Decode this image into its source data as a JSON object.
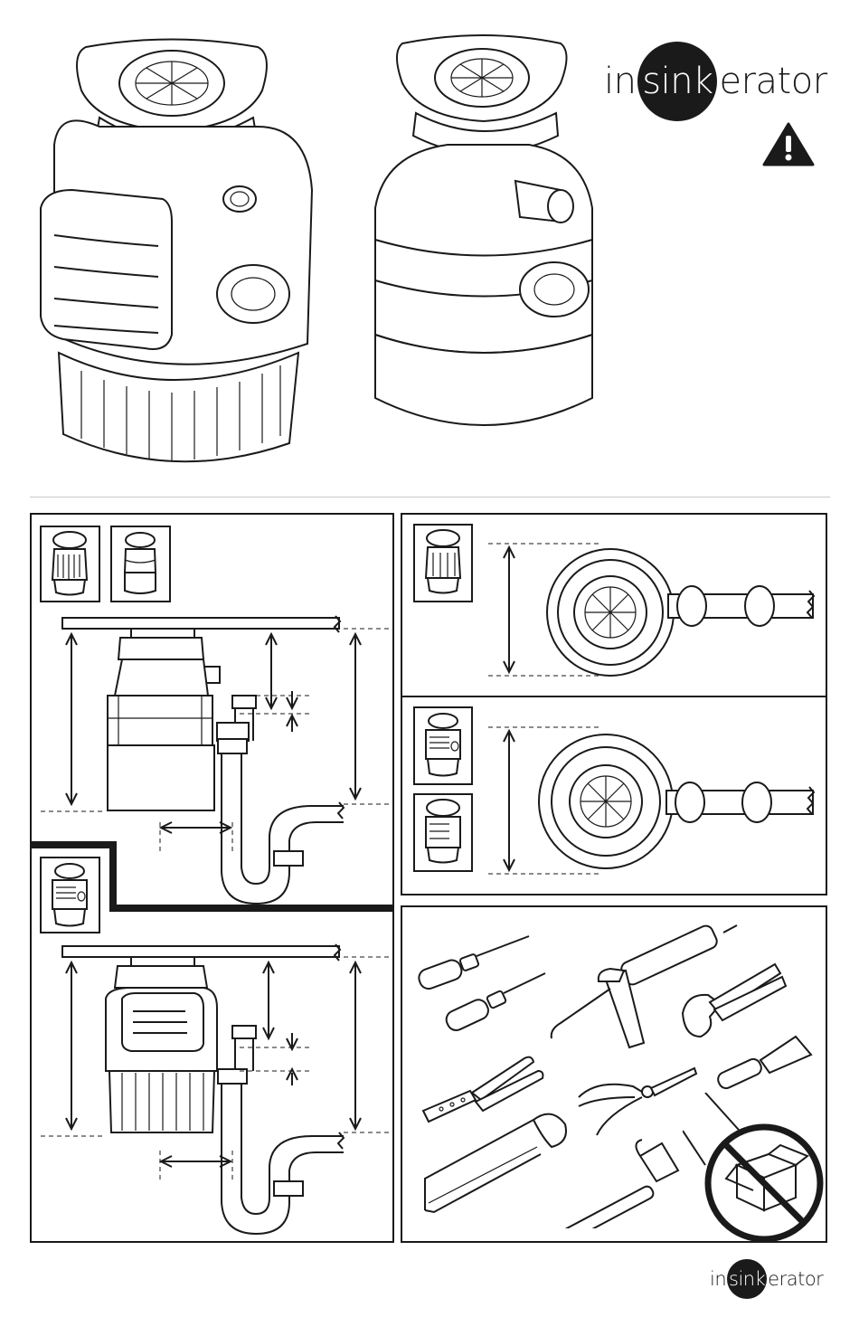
{
  "brand": {
    "prefix": "in",
    "highlight": "sink",
    "suffix": "erator"
  },
  "icons": {
    "warning": "warning-triangle-icon",
    "no_box": "no-box-prohibited-icon"
  },
  "colors": {
    "ink": "#1a1a1a",
    "paper": "#ffffff",
    "divider": "#c8c8c8"
  }
}
